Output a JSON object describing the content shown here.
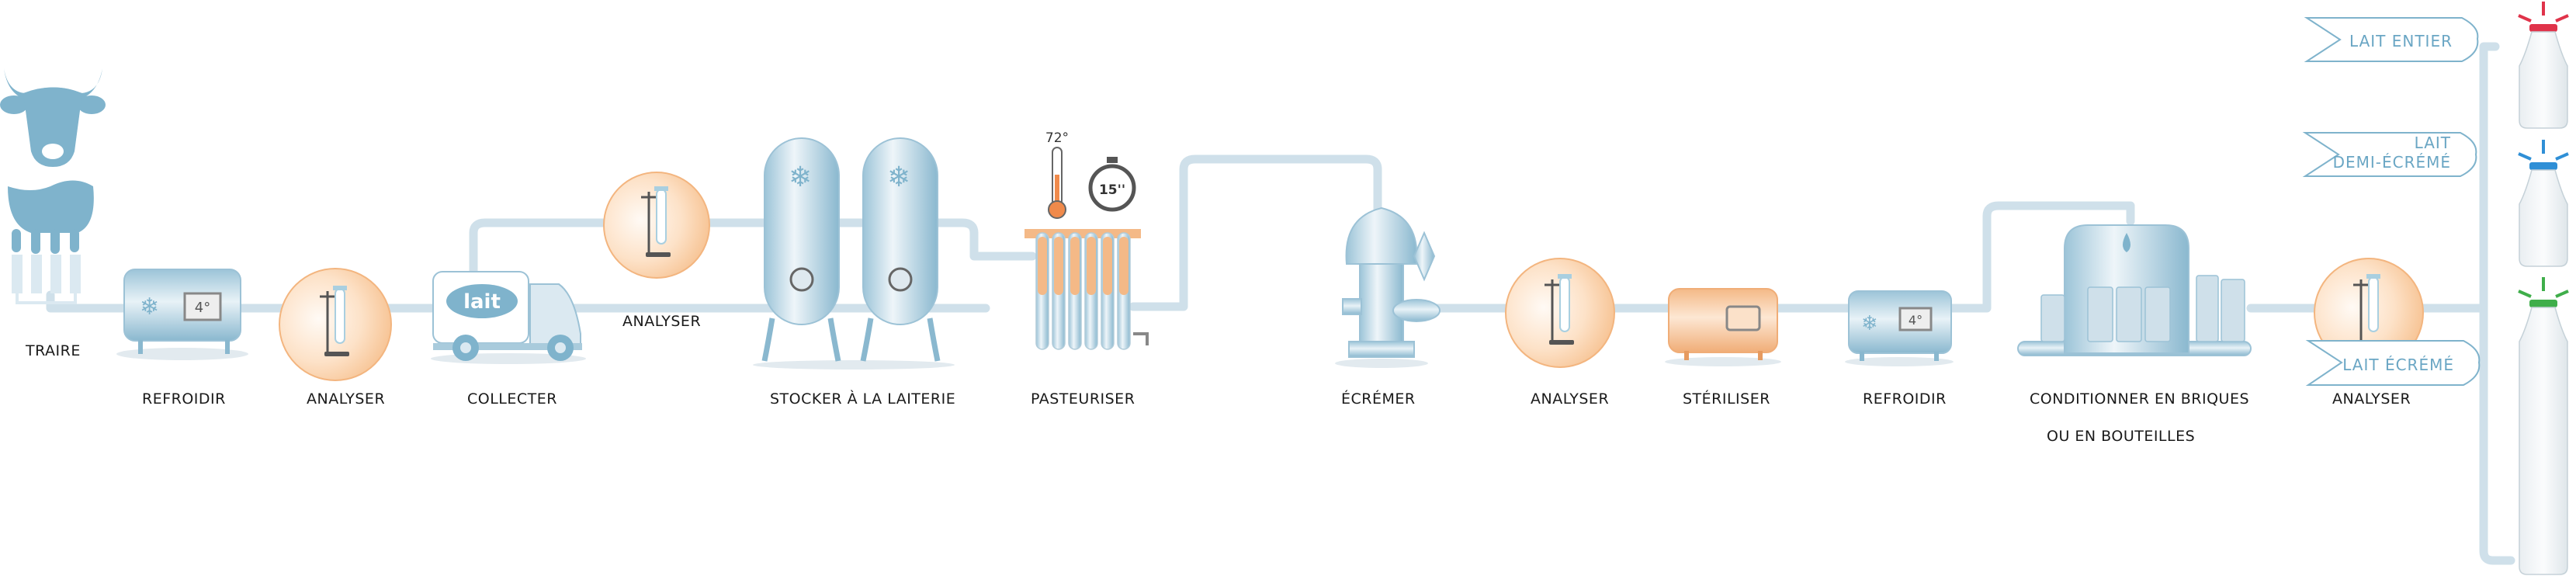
{
  "steps": {
    "traire": "TRAIRE",
    "refroidir1": "REFROIDIR",
    "analyser1": "ANALYSER",
    "collecter": "COLLECTER",
    "analyser2": "ANALYSER",
    "stocker": "STOCKER À LA LAITERIE",
    "pasteuriser": "PASTEURISER",
    "ecremer": "ÉCRÉMER",
    "analyser3": "ANALYSER",
    "steriliser": "STÉRILISER",
    "refroidir2": "REFROIDIR",
    "conditionner_line1": "CONDITIONNER EN BRIQUES",
    "conditionner_line2": "OU EN BOUTEILLES",
    "analyser4": "ANALYSER"
  },
  "readouts": {
    "cooler1_temp": "4°",
    "cooler2_temp": "4°",
    "pasteurise_temp": "72°",
    "pasteurise_time": "15''",
    "truck_logo": "lait"
  },
  "tags": {
    "entier": "LAIT ENTIER",
    "demi_line1": "LAIT",
    "demi_line2": "DEMI-ÉCRÉMÉ",
    "ecreme": "LAIT ÉCRÉMÉ"
  },
  "colors": {
    "primary_blue": "#7fb3cc",
    "pipe": "#cfe0ea",
    "analyse_orange": "#f7c9a0",
    "cap_entier": "#e0334a",
    "cap_demi": "#2f8fd6",
    "cap_ecreme": "#3fae4a"
  }
}
